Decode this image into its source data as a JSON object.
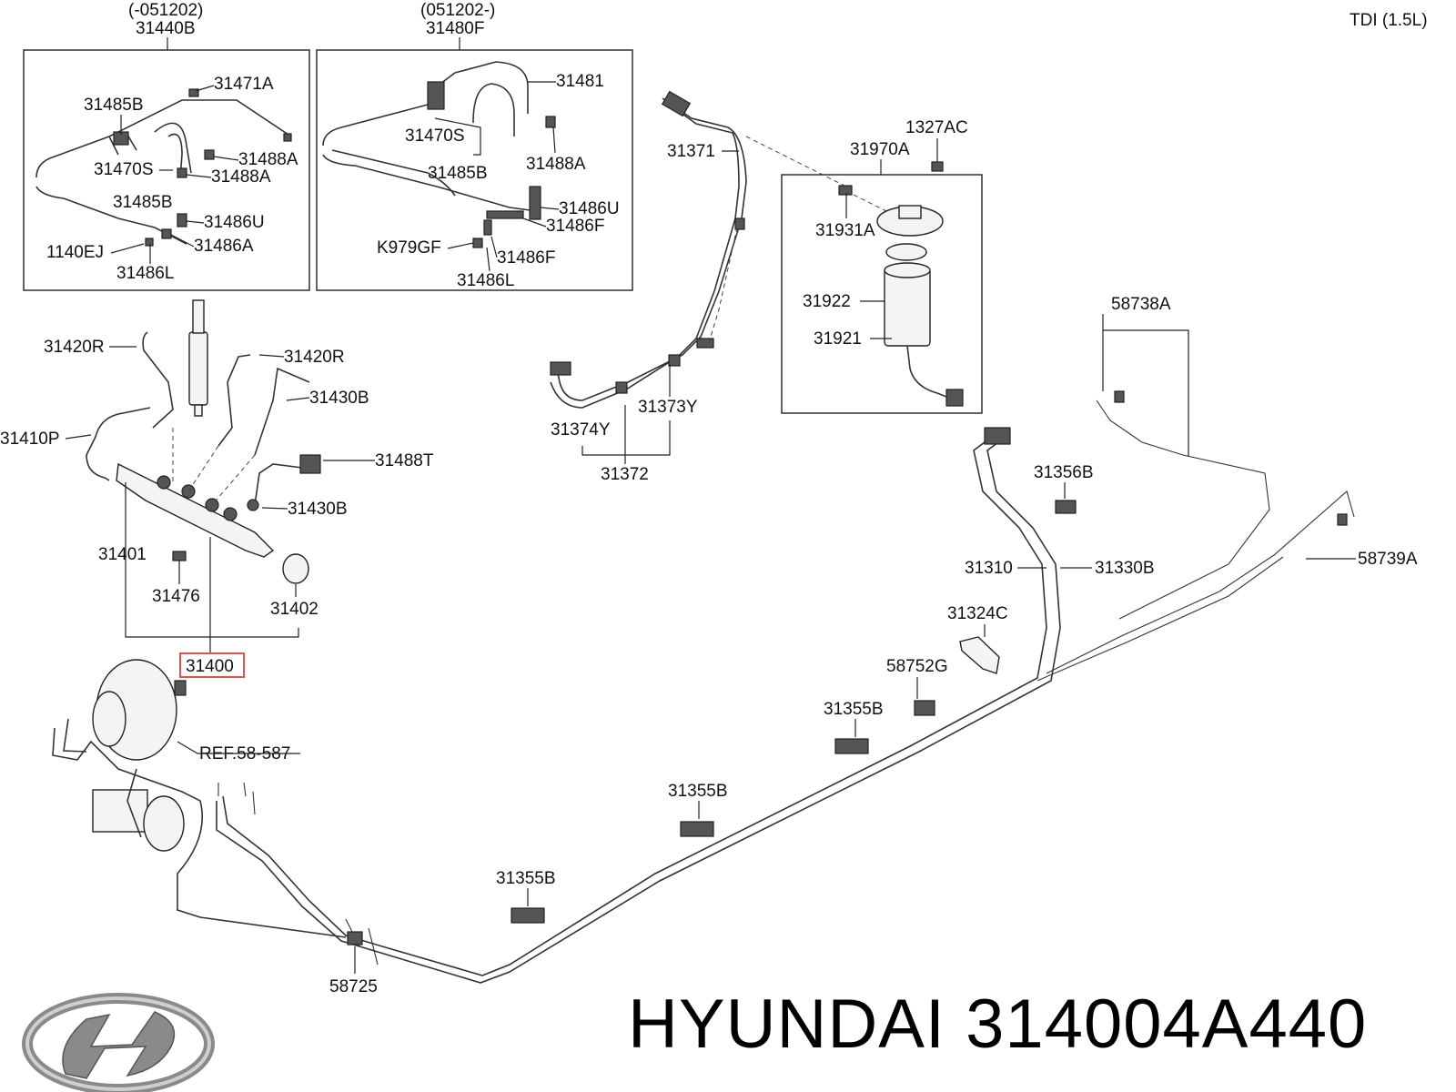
{
  "header": {
    "engine": "TDI (1.5L)"
  },
  "boxes": {
    "left": {
      "date": "(-051202)",
      "part": "31440B"
    },
    "right": {
      "date": "(051202-)",
      "part": "31480F"
    }
  },
  "labels": {
    "l31471A": "31471A",
    "l31485B_a": "31485B",
    "l31488A_a": "31488A",
    "l31470S_a": "31470S",
    "l31488A_b": "31488A",
    "l31485B_b": "31485B",
    "l31486U_a": "31486U",
    "l1140EJ": "1140EJ",
    "l31486A": "31486A",
    "l31486L_a": "31486L",
    "l31481": "31481",
    "l31470S_b": "31470S",
    "l31485B_c": "31485B",
    "l31488A_c": "31488A",
    "l31486U_b": "31486U",
    "l31486F_a": "31486F",
    "lK979GF": "K979GF",
    "l31486F_b": "31486F",
    "l31486L_b": "31486L",
    "l31371": "31371",
    "l1327AC": "1327AC",
    "l31970A": "31970A",
    "l31931A": "31931A",
    "l31922": "31922",
    "l31921": "31921",
    "l31373Y": "31373Y",
    "l31374Y": "31374Y",
    "l31372": "31372",
    "l31420R_a": "31420R",
    "l31420R_b": "31420R",
    "l31430B_a": "31430B",
    "l31410P": "31410P",
    "l31488T": "31488T",
    "l31430B_b": "31430B",
    "l31401": "31401",
    "l31476": "31476",
    "l31402": "31402",
    "l31400": "31400",
    "lREF": "REF.58-587",
    "l58738A": "58738A",
    "l31356B": "31356B",
    "l58739A": "58739A",
    "l31310": "31310",
    "l31330B": "31330B",
    "l31324C": "31324C",
    "l58752G": "58752G",
    "l31355B_a": "31355B",
    "l31355B_b": "31355B",
    "l31355B_c": "31355B",
    "l58725": "58725"
  },
  "highlight": {
    "color": "#d9534f"
  },
  "brand": {
    "logo": "hyundai-logo",
    "title": "HYUNDAI 314004A440"
  }
}
